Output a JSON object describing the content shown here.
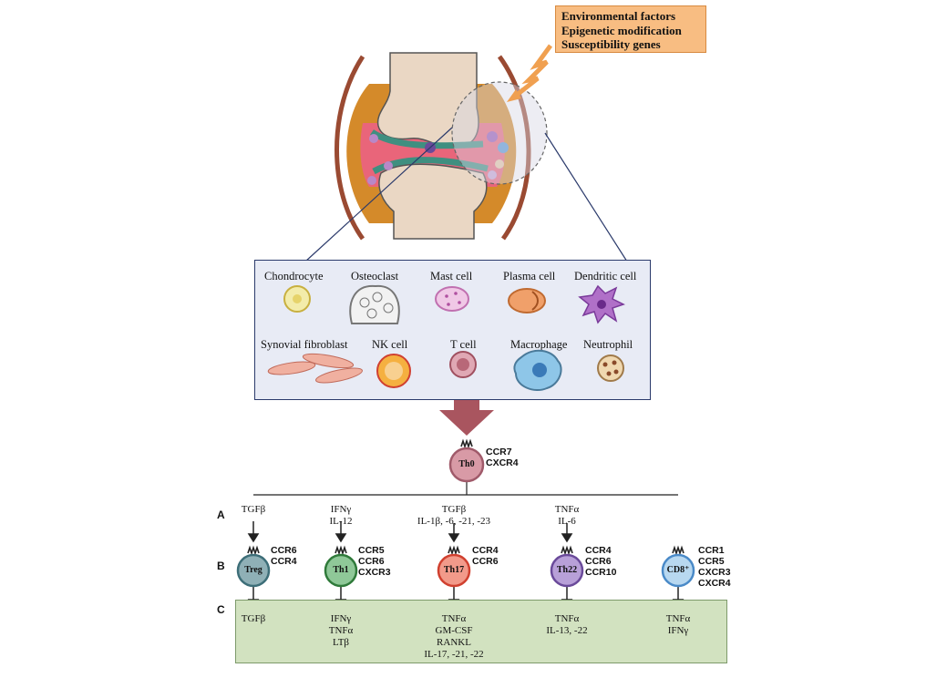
{
  "factors": [
    "Environmental factors",
    "Epigenetic modification",
    "Susceptibility genes"
  ],
  "cells": [
    {
      "name": "Chondrocyte",
      "icon": "chondrocyte-icon"
    },
    {
      "name": "Osteoclast",
      "icon": "osteoclast-icon"
    },
    {
      "name": "Mast cell",
      "icon": "mast-cell-icon"
    },
    {
      "name": "Plasma cell",
      "icon": "plasma-cell-icon"
    },
    {
      "name": "Dendritic cell",
      "icon": "dendritic-cell-icon"
    },
    {
      "name": "Synovial fibroblast",
      "icon": "synovial-fibroblast-icon"
    },
    {
      "name": "NK cell",
      "icon": "nk-cell-icon"
    },
    {
      "name": "T cell",
      "icon": "t-cell-icon"
    },
    {
      "name": "Macrophage",
      "icon": "macrophage-icon"
    },
    {
      "name": "Neutrophil",
      "icon": "neutrophil-icon"
    }
  ],
  "th0": {
    "name": "Th0",
    "receptors": [
      "CCR7",
      "CXCR4"
    ]
  },
  "row_labels": [
    "A",
    "B",
    "C"
  ],
  "subsets": [
    {
      "name": "Treg",
      "inducers": [
        "TGFβ"
      ],
      "receptors": [
        "CCR6",
        "CCR4"
      ],
      "outputs": [
        "TGFβ"
      ],
      "color": "#5f8f96"
    },
    {
      "name": "Th1",
      "inducers": [
        "IFNγ",
        "IL-12"
      ],
      "receptors": [
        "CCR5",
        "CCR6",
        "CXCR3"
      ],
      "outputs": [
        "IFNγ",
        "TNFα",
        "LTβ"
      ],
      "color": "#4f9a5a"
    },
    {
      "name": "Th17",
      "inducers": [
        "TGFβ",
        "IL-1β, -6, -21, -23"
      ],
      "receptors": [
        "CCR4",
        "CCR6"
      ],
      "outputs": [
        "TNFα",
        "GM-CSF",
        "RANKL",
        "IL-17, -21, -22"
      ],
      "color": "#e2574c"
    },
    {
      "name": "Th22",
      "inducers": [
        "TNFα",
        "IL-6"
      ],
      "receptors": [
        "CCR4",
        "CCR6",
        "CCR10"
      ],
      "outputs": [
        "TNFα",
        "IL-13, -22"
      ],
      "color": "#8a6bb8"
    },
    {
      "name": "CD8⁺",
      "inducers": [],
      "receptors": [
        "CCR1",
        "CCR5",
        "CXCR3",
        "CXCR4"
      ],
      "outputs": [
        "TNFα",
        "IFNγ"
      ],
      "color": "#6aa9d8"
    }
  ]
}
